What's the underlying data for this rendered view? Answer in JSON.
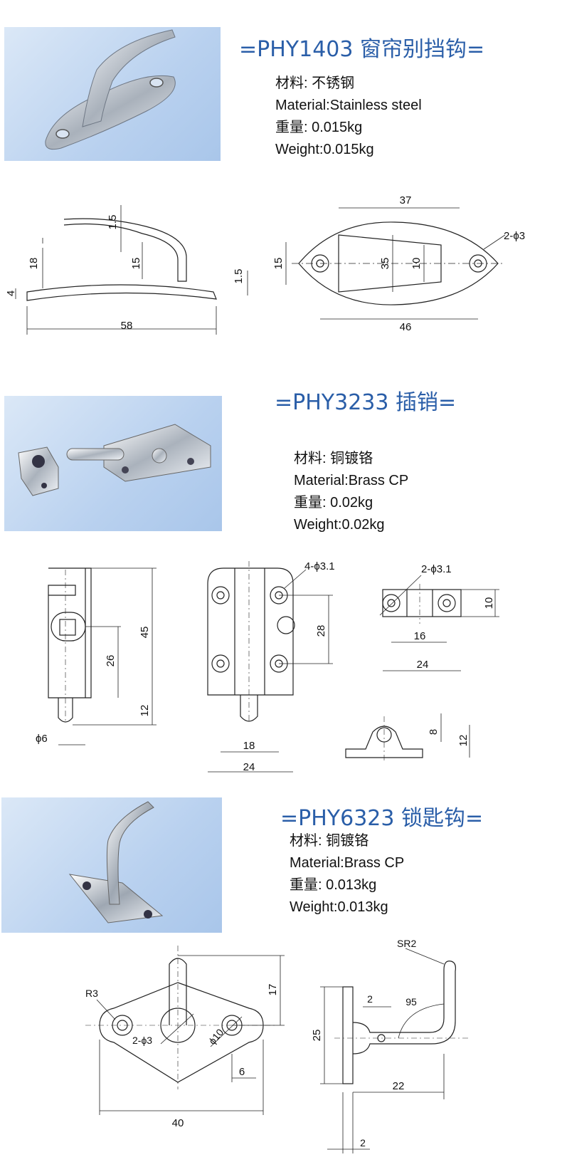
{
  "products": [
    {
      "title": "=PHY1403 窗帘别挡钩=",
      "spec_lines": [
        "材料:  不锈钢",
        "Material:Stainless steel",
        "重量:  0.015kg",
        "Weight:0.015kg"
      ],
      "dims": {
        "side": [
          "1.5",
          "18",
          "15",
          "4",
          "1.5",
          "58"
        ],
        "top": [
          "37",
          "2-ϕ3",
          "15",
          "35",
          "10",
          "46"
        ]
      }
    },
    {
      "title": "=PHY3233 插销=",
      "spec_lines": [
        "材料:  铜镀铬",
        "Material:Brass CP",
        "重量:  0.02kg",
        "Weight:0.02kg"
      ],
      "dims": {
        "side": [
          "45",
          "26",
          "12",
          "ϕ6"
        ],
        "front": [
          "4-ϕ3.1",
          "28",
          "18",
          "24"
        ],
        "keeper_top": [
          "2-ϕ3.1",
          "10",
          "16",
          "24"
        ],
        "keeper_side": [
          "8",
          "12"
        ]
      }
    },
    {
      "title": "=PHY6323 锁匙钩=",
      "spec_lines": [
        "材料:  铜镀铬",
        "Material:Brass CP",
        "重量:  0.013kg",
        "Weight:0.013kg"
      ],
      "dims": {
        "front": [
          "R3",
          "17",
          "2-ϕ3",
          "ϕ10",
          "6",
          "40"
        ],
        "side": [
          "SR2",
          "2",
          "95",
          "25",
          "22",
          "2"
        ]
      }
    }
  ]
}
